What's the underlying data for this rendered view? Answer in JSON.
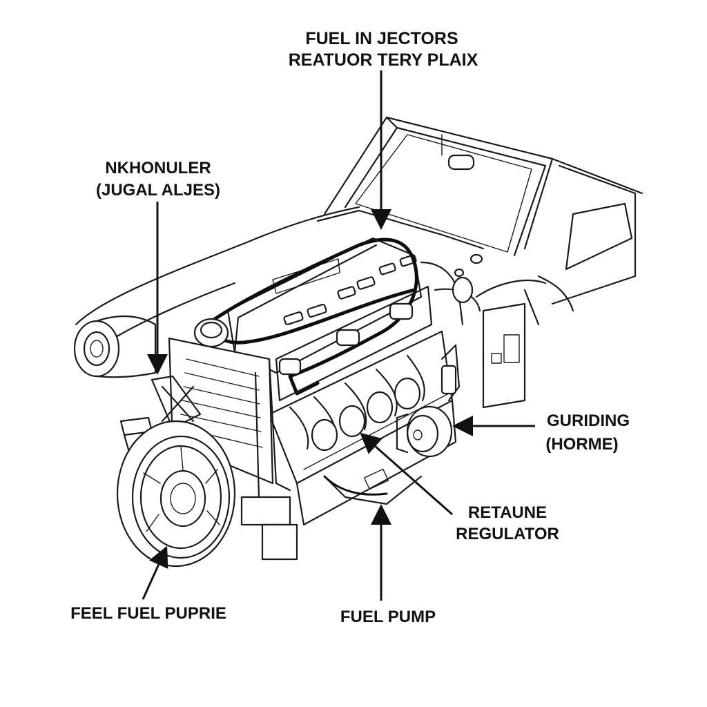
{
  "labels": {
    "injectors_line1": "FUEL IN JECTORS",
    "injectors_line2": "REATUOR TERY PLAIX",
    "left_line1": "NKHONULER",
    "left_line2": "(JUGAL ALJES)",
    "right_line1": "GURIDING",
    "right_line2": "(HORME)",
    "regulator_line1": "RETAUNE",
    "regulator_line2": "REGULATOR",
    "bottom_left": "FEEL FUEL PUPRIE",
    "bottom_center": "FUEL PUMP"
  },
  "colors": {
    "ink": "#111111",
    "paper": "#ffffff"
  }
}
